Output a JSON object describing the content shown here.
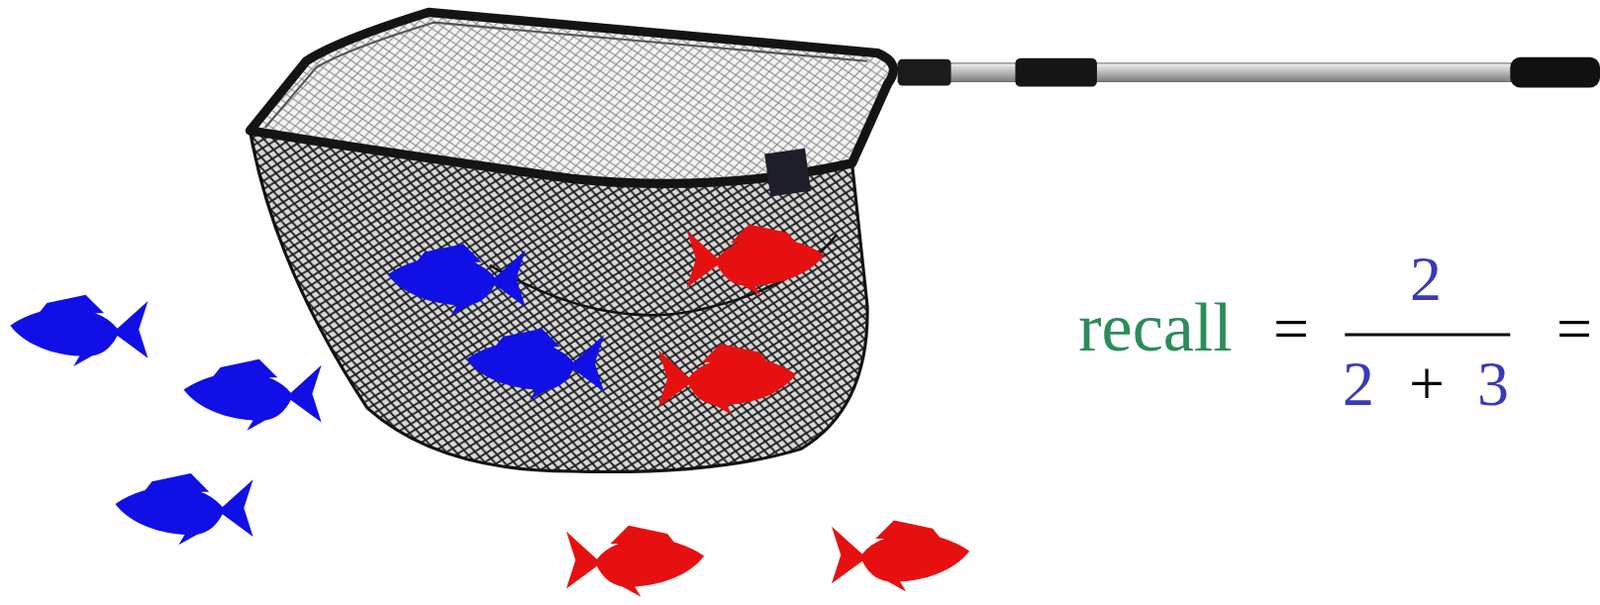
{
  "diagram": {
    "labels": [
      "recall",
      "=",
      "2",
      "2",
      "+",
      "3",
      "="
    ]
  }
}
